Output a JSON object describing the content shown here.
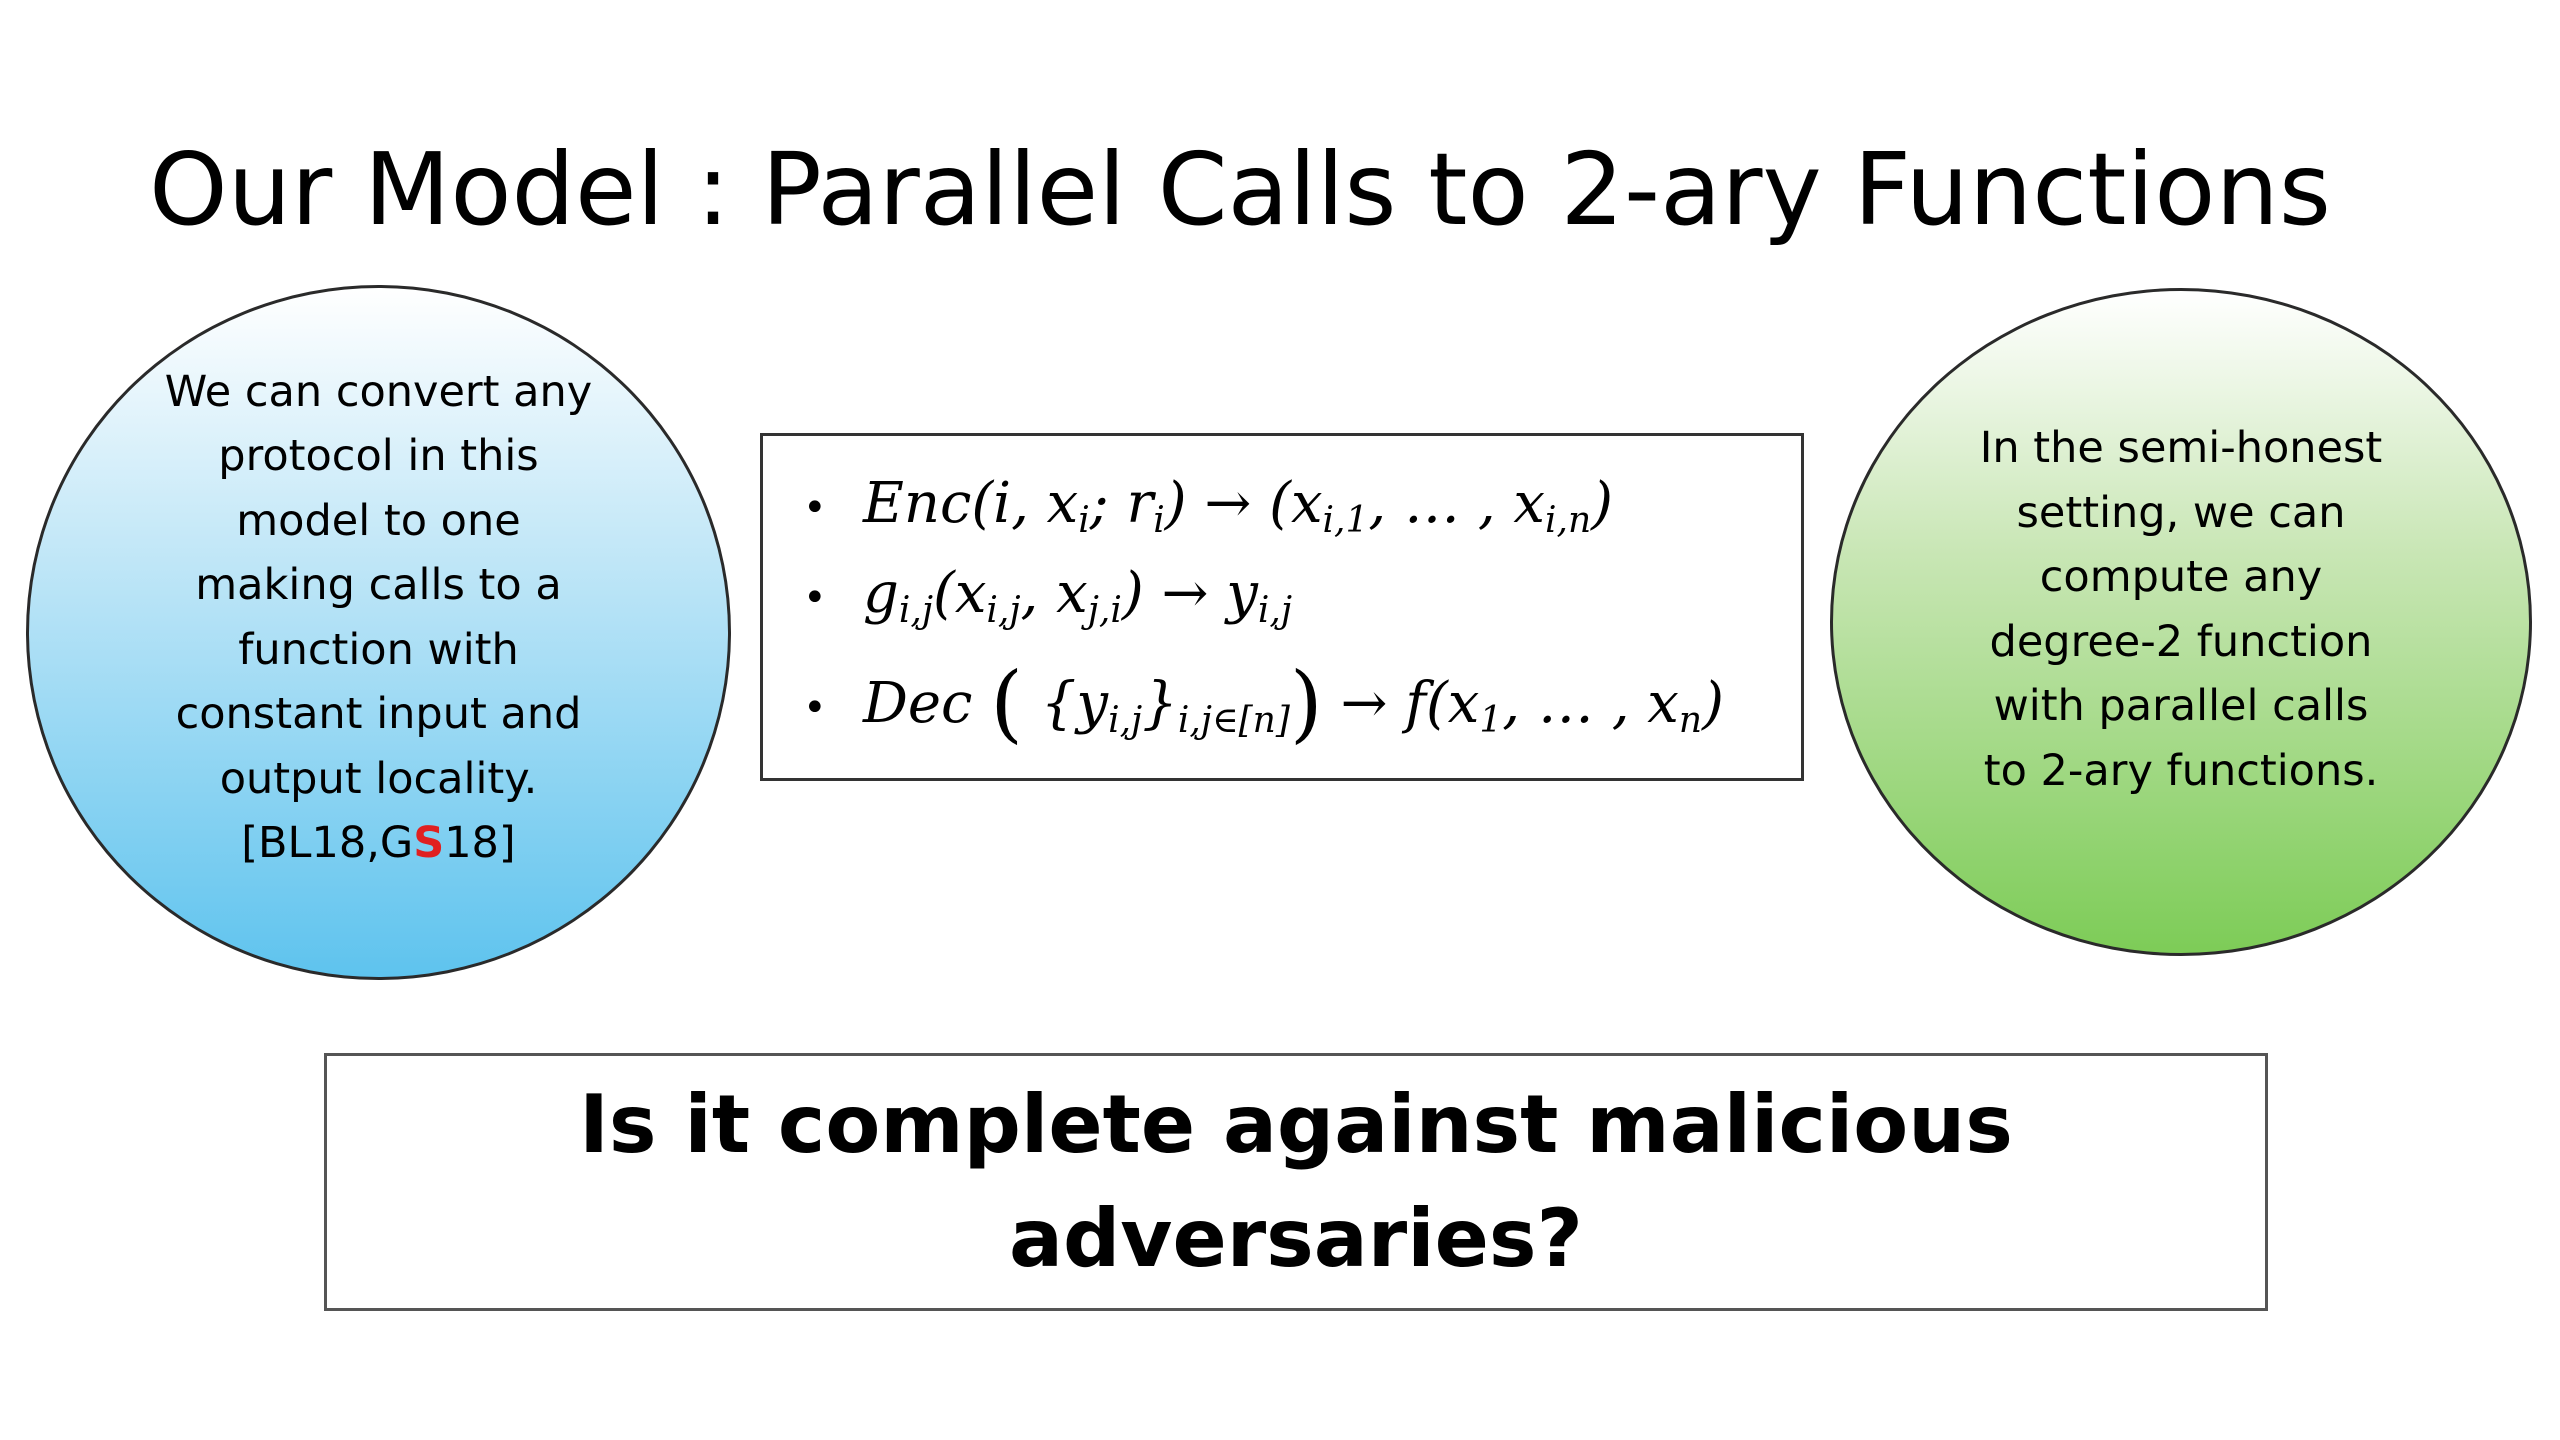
{
  "slide": {
    "title": "Our Model : Parallel Calls to 2-ary Functions"
  },
  "left_circle": {
    "lines": [
      "We can convert any",
      "protocol in this",
      "model to one",
      "making calls to a",
      "function with",
      "constant input and",
      "output locality."
    ],
    "citation_open": "[BL18,G",
    "citation_highlight": "S",
    "citation_close": "18]",
    "highlight_color": "#e02020"
  },
  "math_box": {
    "bullet": "•",
    "enc": "Enc",
    "g": "g",
    "dec": "Dec",
    "f": "f",
    "arrow": "→"
  },
  "right_circle": {
    "lines": [
      "In the semi-honest",
      "setting, we can",
      "compute any",
      "degree-2 function",
      "with parallel calls",
      "to 2-ary functions."
    ]
  },
  "question": {
    "lines": [
      "Is it complete against malicious",
      "adversaries?"
    ]
  },
  "colors": {
    "left_circle_gradient": [
      "#ffffff",
      "#5ec3ee"
    ],
    "right_circle_gradient": [
      "#ffffff",
      "#7dcc57"
    ]
  }
}
